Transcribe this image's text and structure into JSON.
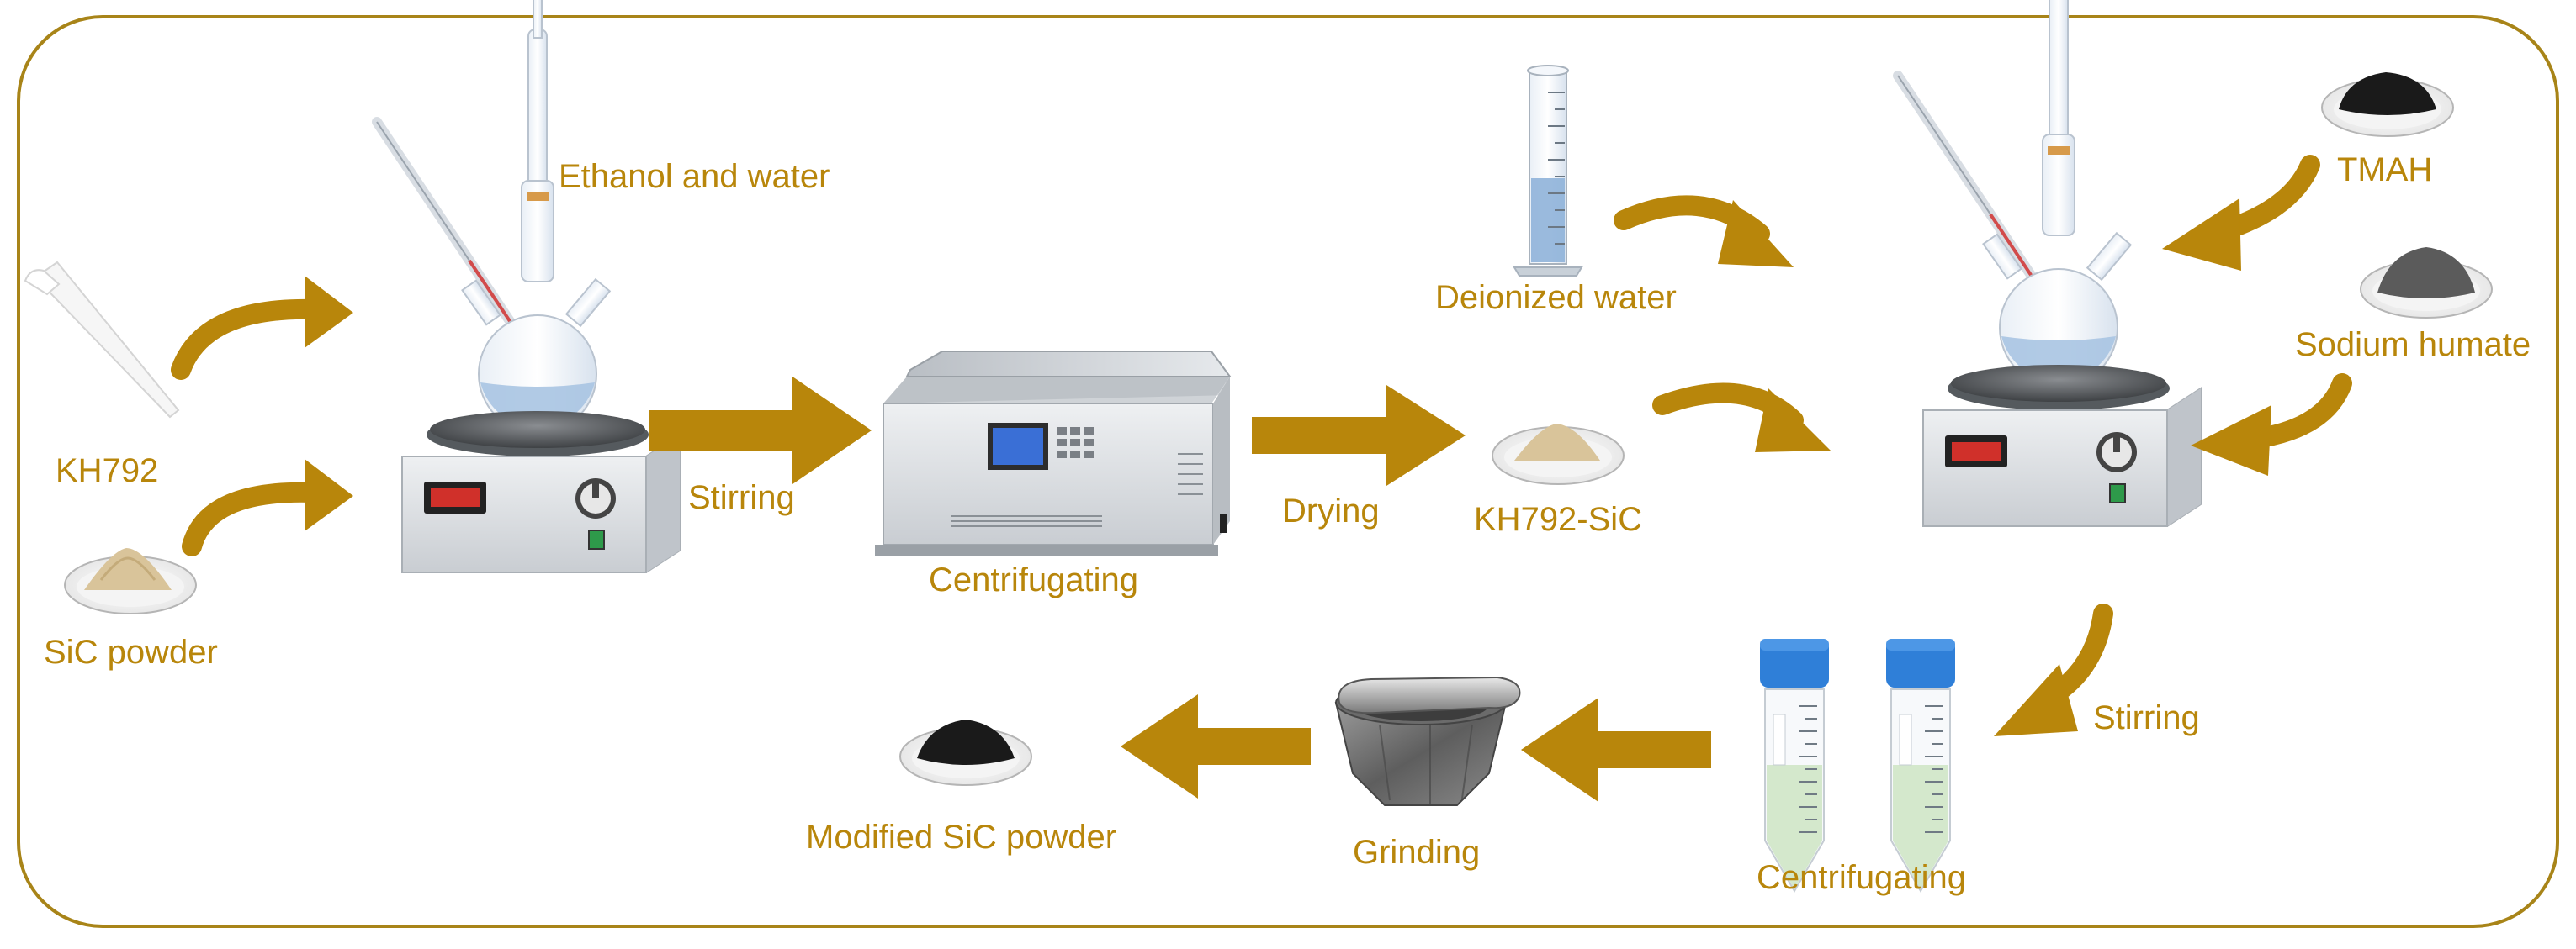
{
  "colors": {
    "accent": "#B8860B",
    "border": "#A88418",
    "powder_beige": "#D9C49A",
    "powder_black": "#1a1a1a",
    "powder_gray": "#5b5b5b",
    "glass": "#cfdbe8",
    "liquid_blue": "#8fb3d9",
    "tube_cap": "#2f7fd8",
    "tube_liquid": "#cfe6c7",
    "device_gray": "#d9dcdf",
    "display_blue": "#3a6fd6",
    "display_red": "#d0302a"
  },
  "labels": {
    "ethanol_water": "Ethanol and water",
    "kh792": "KH792",
    "sic_powder": "SiC powder",
    "stirring_1": "Stirring",
    "centrifugating_1": "Centrifugating",
    "drying": "Drying",
    "kh792_sic": "KH792-SiC",
    "deionized_water": "Deionized water",
    "tmah": "TMAH",
    "sodium_humate": "Sodium humate",
    "stirring_2": "Stirring",
    "centrifugating_2": "Centrifugating",
    "grinding": "Grinding",
    "modified_sic": "Modified SiC powder"
  },
  "icons": {
    "pipette": "pipette-icon",
    "powder_dish": "powder-dish-icon",
    "stirrer": "magnetic-stirrer-flask-icon",
    "centrifuge": "centrifuge-icon",
    "cylinder": "graduated-cylinder-icon",
    "tube": "centrifuge-tube-icon",
    "mortar": "mortar-pestle-icon",
    "arrow": "arrow-icon"
  }
}
